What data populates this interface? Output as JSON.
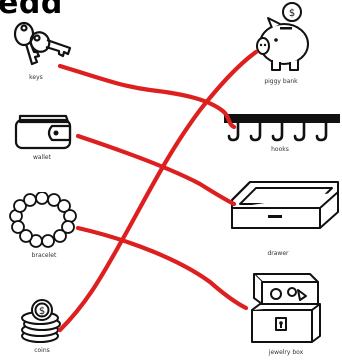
{
  "heading": "edd",
  "left_items": [
    {
      "label": "keys",
      "icon": "keys-icon"
    },
    {
      "label": "wallet",
      "icon": "wallet-icon"
    },
    {
      "label": "bracelet",
      "icon": "bracelet-icon"
    },
    {
      "label": "coins",
      "icon": "coins-icon"
    }
  ],
  "right_items": [
    {
      "label": "piggy bank",
      "icon": "piggy-bank-icon"
    },
    {
      "label": "hooks",
      "icon": "hooks-icon"
    },
    {
      "label": "drawer",
      "icon": "drawer-icon"
    },
    {
      "label": "jewelry box",
      "icon": "jewelry-box-icon"
    }
  ],
  "matches": [
    {
      "from": "keys",
      "to": "hooks"
    },
    {
      "from": "wallet",
      "to": "drawer"
    },
    {
      "from": "bracelet",
      "to": "jewelry box"
    },
    {
      "from": "coins",
      "to": "piggy bank"
    }
  ],
  "line_color": "#dd1f1f"
}
